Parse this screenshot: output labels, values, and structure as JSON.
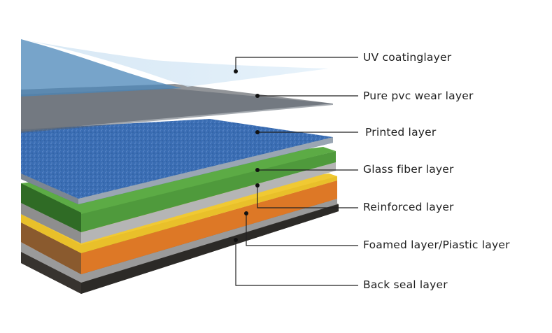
{
  "diagram": {
    "layers": [
      {
        "id": "uv",
        "label": "UV coatinglayer",
        "color": "#cfe6f5"
      },
      {
        "id": "wear",
        "label": "Pure pvc wear layer",
        "color": "#9c9c9c"
      },
      {
        "id": "printed",
        "label": "Printed layer",
        "color": "#3a6db3"
      },
      {
        "id": "glass",
        "label": "Glass fiber layer",
        "color": "#4f9a3c"
      },
      {
        "id": "reinforced",
        "label": "Reinforced layer",
        "color": "#b5b5b5"
      },
      {
        "id": "foamed",
        "label": "Foamed layer/Piastic layer",
        "color": "#e07f2c"
      },
      {
        "id": "back",
        "label": "Back seal layer",
        "color": "#3d3a36"
      }
    ],
    "colors": {
      "yellow": "#e9c02a",
      "leader": "#222222"
    }
  }
}
